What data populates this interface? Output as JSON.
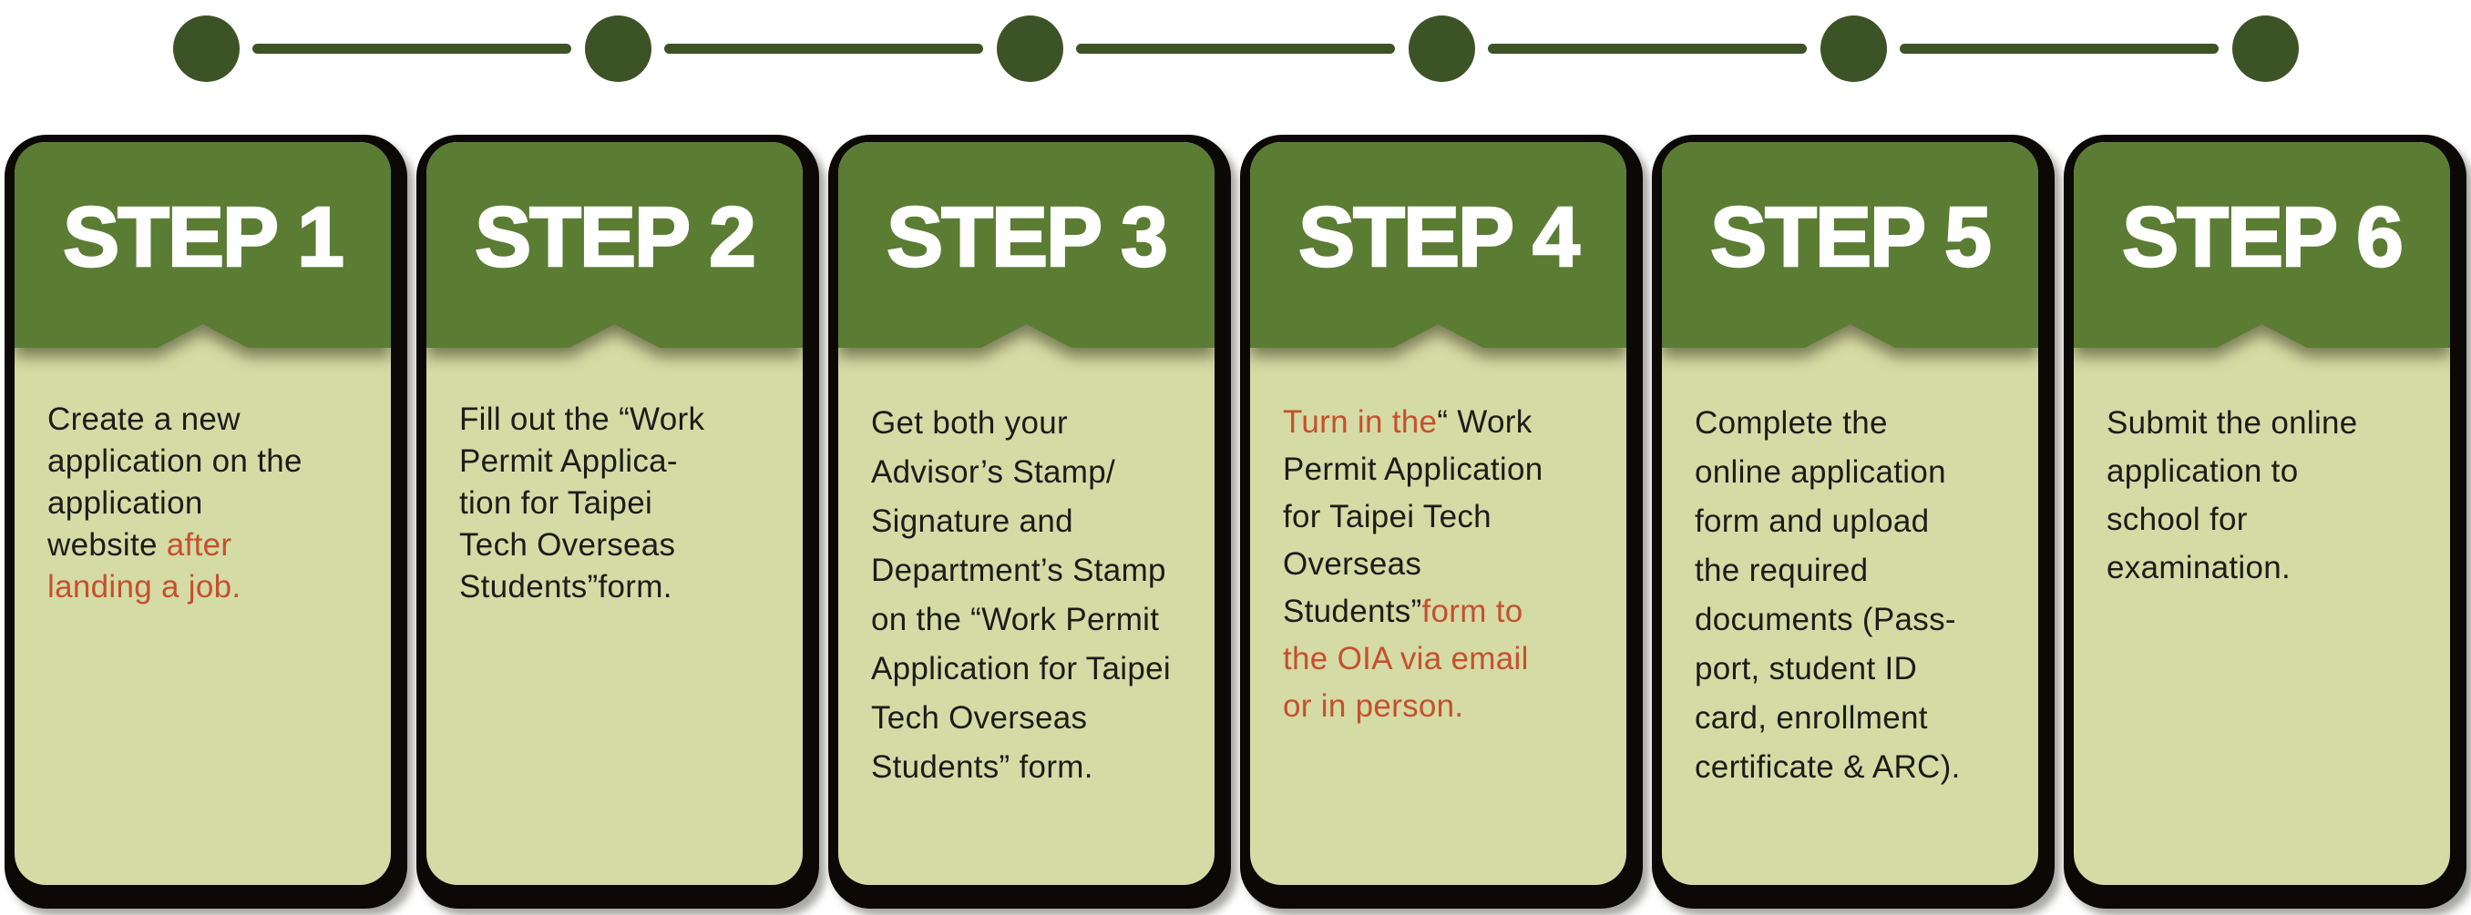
{
  "palette": {
    "header_green": "#5b7c33",
    "body_green": "#d5dba4",
    "timeline_green": "#3c5326",
    "accent_red": "#c5502e",
    "frame_black": "#0b0806",
    "text_black": "#1c1c1a",
    "step_title_white": "#ffffff"
  },
  "timeline": {
    "node_count": 6,
    "connector_count": 5
  },
  "steps": [
    {
      "label": "STEP 1",
      "segments": [
        {
          "text": "Create a new\napplication on the\napplication\nwebsite ",
          "red": false
        },
        {
          "text": "after\nlanding a job.",
          "red": true
        }
      ]
    },
    {
      "label": "STEP 2",
      "segments": [
        {
          "text": "Fill out the “Work\nPermit Applica-\ntion for Taipei\nTech Overseas\nStudents”form.",
          "red": false
        }
      ]
    },
    {
      "label": "STEP 3",
      "segments": [
        {
          "text": "Get both your\nAdvisor’s Stamp/\nSignature and\nDepartment’s Stamp\non the “Work Permit\nApplication for Taipei\nTech Overseas\nStudents” form.",
          "red": false
        }
      ]
    },
    {
      "label": "STEP 4",
      "segments": [
        {
          "text": "Turn in the",
          "red": true
        },
        {
          "text": "“ Work\nPermit Application\nfor Taipei Tech\nOverseas\nStudents”",
          "red": false
        },
        {
          "text": "form to\nthe OIA via email\nor in person.",
          "red": true
        }
      ]
    },
    {
      "label": "STEP 5",
      "segments": [
        {
          "text": "Complete the\nonline application\nform and upload\nthe required\ndocuments (Pass-\nport, student ID\ncard, enrollment\ncertificate & ARC).",
          "red": false
        }
      ]
    },
    {
      "label": "STEP 6",
      "segments": [
        {
          "text": "Submit the online\napplication to\nschool for\nexamination.",
          "red": false
        }
      ]
    }
  ]
}
